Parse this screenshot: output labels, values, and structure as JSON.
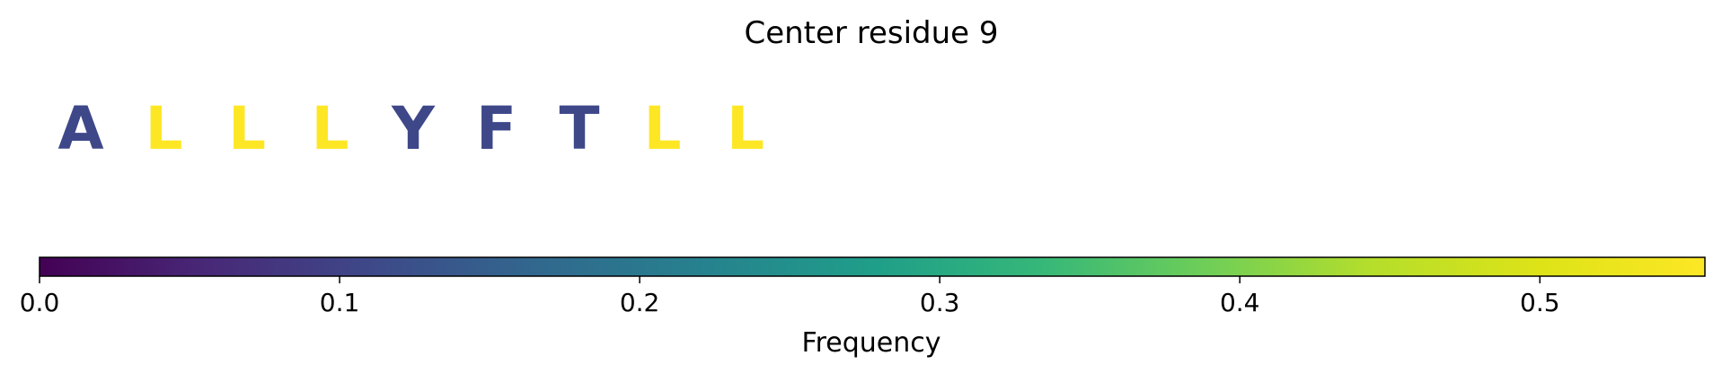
{
  "chart_data": {
    "type": "sequence-colorbar",
    "title": "Center residue 9",
    "residues": [
      {
        "letter": "A",
        "frequency": 0.11
      },
      {
        "letter": "L",
        "frequency": 0.555
      },
      {
        "letter": "L",
        "frequency": 0.555
      },
      {
        "letter": "L",
        "frequency": 0.555
      },
      {
        "letter": "Y",
        "frequency": 0.11
      },
      {
        "letter": "F",
        "frequency": 0.11
      },
      {
        "letter": "T",
        "frequency": 0.11
      },
      {
        "letter": "L",
        "frequency": 0.555
      },
      {
        "letter": "L",
        "frequency": 0.555
      }
    ],
    "colorbar": {
      "label": "Frequency",
      "colormap": "viridis",
      "range": [
        0.0,
        0.555
      ],
      "ticks": [
        0.0,
        0.1,
        0.2,
        0.3,
        0.4,
        0.5
      ],
      "tick_labels": [
        "0.0",
        "0.1",
        "0.2",
        "0.3",
        "0.4",
        "0.5"
      ]
    }
  }
}
